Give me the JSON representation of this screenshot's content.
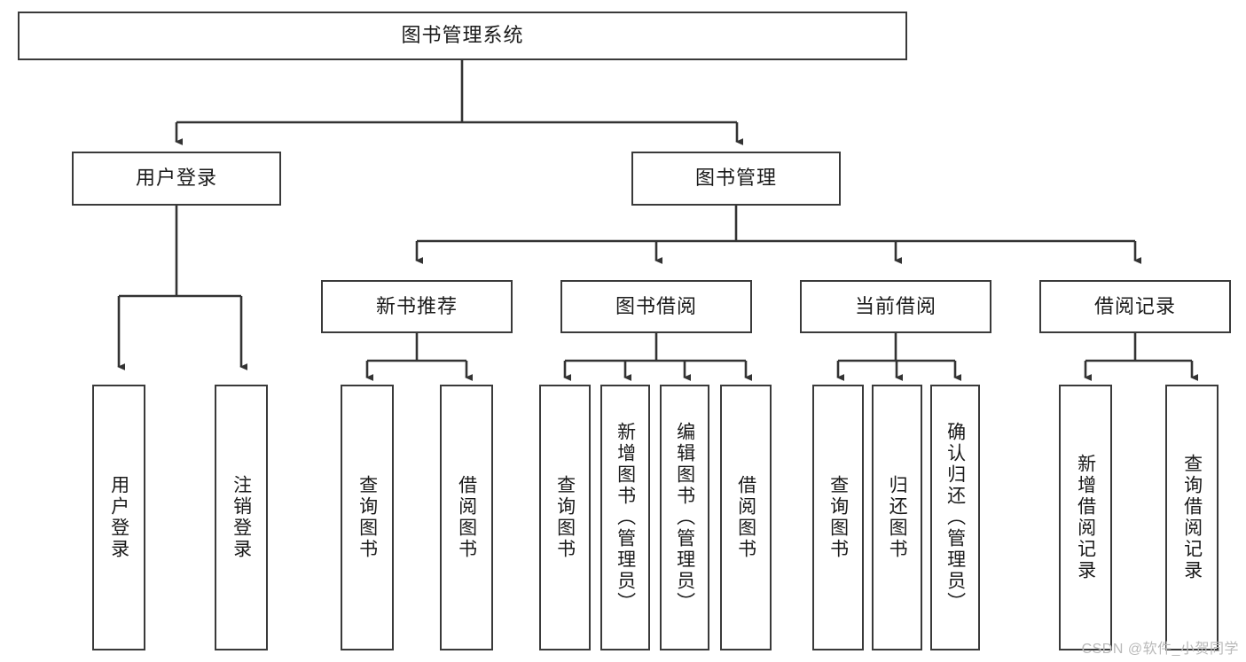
{
  "diagram": {
    "title": "图书管理系统",
    "type": "tree",
    "root": {
      "label": "图书管理系统"
    },
    "level2": [
      {
        "label": "用户登录"
      },
      {
        "label": "图书管理"
      }
    ],
    "level3": [
      {
        "label": "新书推荐"
      },
      {
        "label": "图书借阅"
      },
      {
        "label": "当前借阅"
      },
      {
        "label": "借阅记录"
      }
    ],
    "leaves": {
      "user_login": [
        {
          "label": "用户登录"
        },
        {
          "label": "注销登录"
        }
      ],
      "new_book_recommend": [
        {
          "label": "查询图书"
        },
        {
          "label": "借阅图书"
        }
      ],
      "book_borrow": [
        {
          "label": "查询图书"
        },
        {
          "label": "新增图书（管理员）"
        },
        {
          "label": "编辑图书（管理员）"
        },
        {
          "label": "借阅图书"
        }
      ],
      "current_borrow": [
        {
          "label": "查询图书"
        },
        {
          "label": "归还图书"
        },
        {
          "label": "确认归还（管理员）"
        }
      ],
      "borrow_record": [
        {
          "label": "新增借阅记录"
        },
        {
          "label": "查询借阅记录"
        }
      ]
    }
  },
  "watermark": {
    "text": "CSDN @软件_小贺同学"
  },
  "colors": {
    "box_border": "#3a3a3a",
    "box_fill": "#ffffff",
    "edge": "#333333",
    "text": "#1a1a1a",
    "watermark": "#b9b9b9"
  }
}
